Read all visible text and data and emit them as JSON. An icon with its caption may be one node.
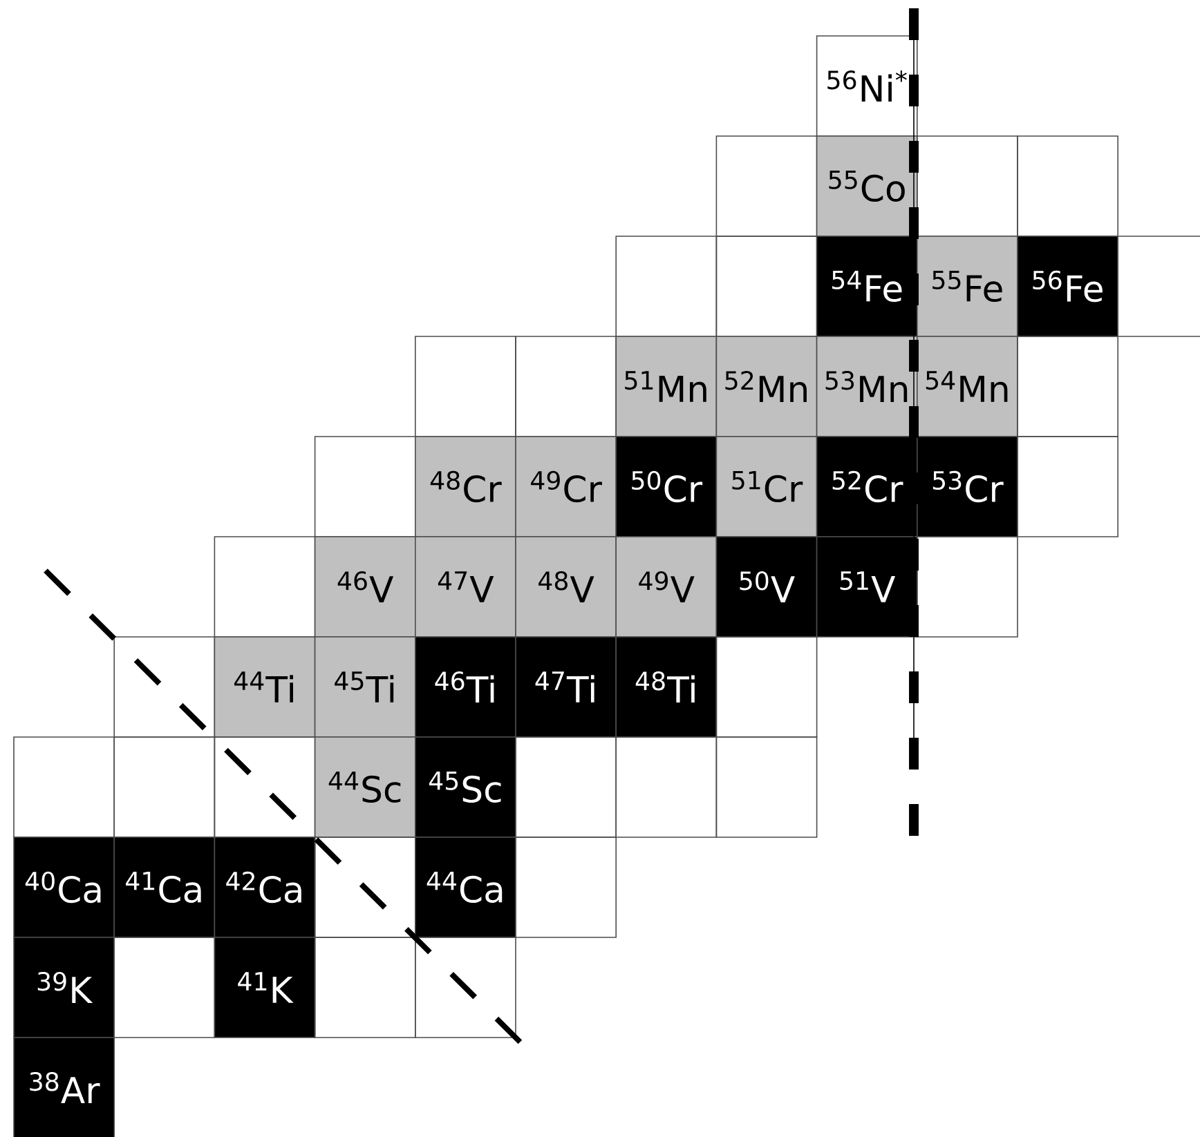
{
  "diagram": {
    "nodes": [
      {
        "text": [
          "$^{56}$Ni$^{*}$"
        ]
      },
      {
        "text": [],
        "shape": "box"
      },
      {
        "text": [
          "$^{55}$Co"
        ]
      },
      {
        "text": [],
        "shape": "box"
      },
      {
        "text": [],
        "shape": "box"
      },
      {
        "text": [],
        "shape": "box"
      },
      {
        "text": [],
        "shape": "box"
      },
      {
        "text": [
          "$^{54}$Fe"
        ]
      },
      {
        "text": [
          "$^{55}$Fe"
        ]
      },
      {
        "text": [
          "$^{56}$Fe"
        ]
      },
      {
        "text": [],
        "shape": "box"
      },
      {
        "text": [],
        "shape": "box"
      },
      {
        "text": [],
        "shape": "box"
      },
      {
        "text": [
          "$^{51}$Mn"
        ]
      },
      {
        "text": [
          "$^{52}$Mn"
        ]
      },
      {
        "text": [
          "$^{53}$Mn"
        ]
      },
      {
        "text": [
          "$^{54}$Mn"
        ]
      },
      {
        "text": [],
        "shape": "box"
      },
      {
        "text": [],
        "shape": "box"
      },
      {
        "text": [
          "$^{48}$Cr"
        ]
      },
      {
        "text": [
          "$^{49}$Cr"
        ]
      },
      {
        "text": [
          "$^{50}$Cr"
        ]
      },
      {
        "text": [
          "$^{51}$Cr"
        ]
      },
      {
        "text": [
          "$^{52}$Cr"
        ]
      },
      {
        "text": [
          "$^{53}$Cr"
        ]
      },
      {
        "text": [],
        "shape": "box"
      },
      {
        "text": [],
        "shape": "box"
      },
      {
        "text": [
          "$^{46}$V"
        ]
      },
      {
        "text": [
          "$^{47}$V"
        ]
      },
      {
        "text": [
          "$^{48}$V"
        ]
      },
      {
        "text": [
          "$^{49}$V"
        ]
      },
      {
        "text": [
          "$^{50}$V"
        ]
      },
      {
        "text": [
          "$^{51}$V"
        ]
      },
      {
        "text": [],
        "shape": "box"
      },
      {
        "text": [],
        "shape": "box"
      },
      {
        "text": [
          "$^{44}$Ti"
        ]
      },
      {
        "text": [
          "$^{45}$Ti"
        ]
      },
      {
        "text": [
          "$^{46}$Ti"
        ]
      },
      {
        "text": [
          "$^{47}$Ti"
        ]
      },
      {
        "text": [
          "$^{48}$Ti"
        ]
      },
      {
        "text": [],
        "shape": "box"
      },
      {
        "text": [],
        "shape": "box"
      },
      {
        "text": [],
        "shape": "box"
      },
      {
        "text": [],
        "shape": "box"
      },
      {
        "text": [
          "$^{44}$Sc"
        ]
      },
      {
        "text": [
          "$^{45}$Sc"
        ]
      },
      {
        "text": [],
        "shape": "box"
      },
      {
        "text": [],
        "shape": "box"
      },
      {
        "text": [],
        "shape": "box"
      },
      {
        "text": [
          "$^{40}$Ca"
        ]
      },
      {
        "text": [
          "$^{41}$Ca"
        ]
      },
      {
        "text": [
          "$^{42}$Ca"
        ]
      },
      {
        "text": [],
        "shape": "box"
      },
      {
        "text": [
          "$^{44}$Ca"
        ]
      },
      {
        "text": [],
        "shape": "box"
      },
      {
        "text": [
          "$^{39}$K"
        ]
      },
      {
        "text": [],
        "shape": "box"
      },
      {
        "text": [
          "$^{41}$K"
        ]
      },
      {
        "text": [],
        "shape": "box"
      },
      {
        "text": [],
        "shape": "box"
      },
      {
        "text": [
          "$^{38}$Ar"
        ]
      }
    ]
  }
}
